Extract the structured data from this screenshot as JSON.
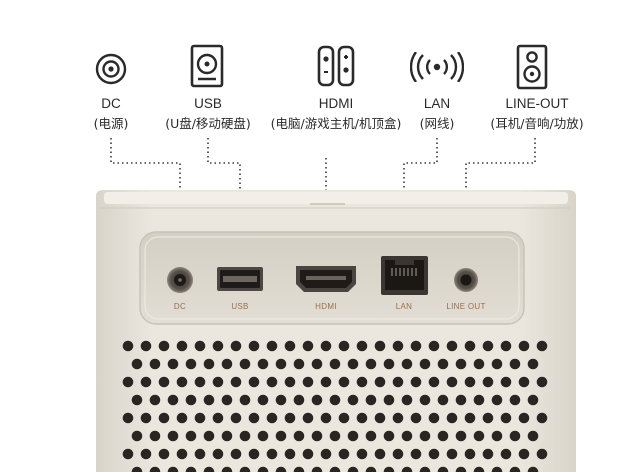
{
  "ports": [
    {
      "id": "dc",
      "icon": "dc-power-icon",
      "name": "DC",
      "desc": "(电源)",
      "panel_label": "DC"
    },
    {
      "id": "usb",
      "icon": "usb-storage-icon",
      "name": "USB",
      "desc": "(U盘/移动硬盘)",
      "panel_label": "USB"
    },
    {
      "id": "hdmi",
      "icon": "game-console-icon",
      "name": "HDMI",
      "desc": "(电脑/游戏主机/机顶盒)",
      "panel_label": "HDMI"
    },
    {
      "id": "lan",
      "icon": "wifi-signal-icon",
      "name": "LAN",
      "desc": "(网线)",
      "panel_label": "LAN"
    },
    {
      "id": "lineout",
      "icon": "speaker-icon",
      "name": "LINE-OUT",
      "desc": "(耳机/音响/功放)",
      "panel_label": "LINE OUT"
    }
  ],
  "colors": {
    "body": "#e9e5dc",
    "panel": "#d9d4c8",
    "label": "#9a6f4a",
    "hole": "#2a2522",
    "text": "#2a2a2a"
  }
}
